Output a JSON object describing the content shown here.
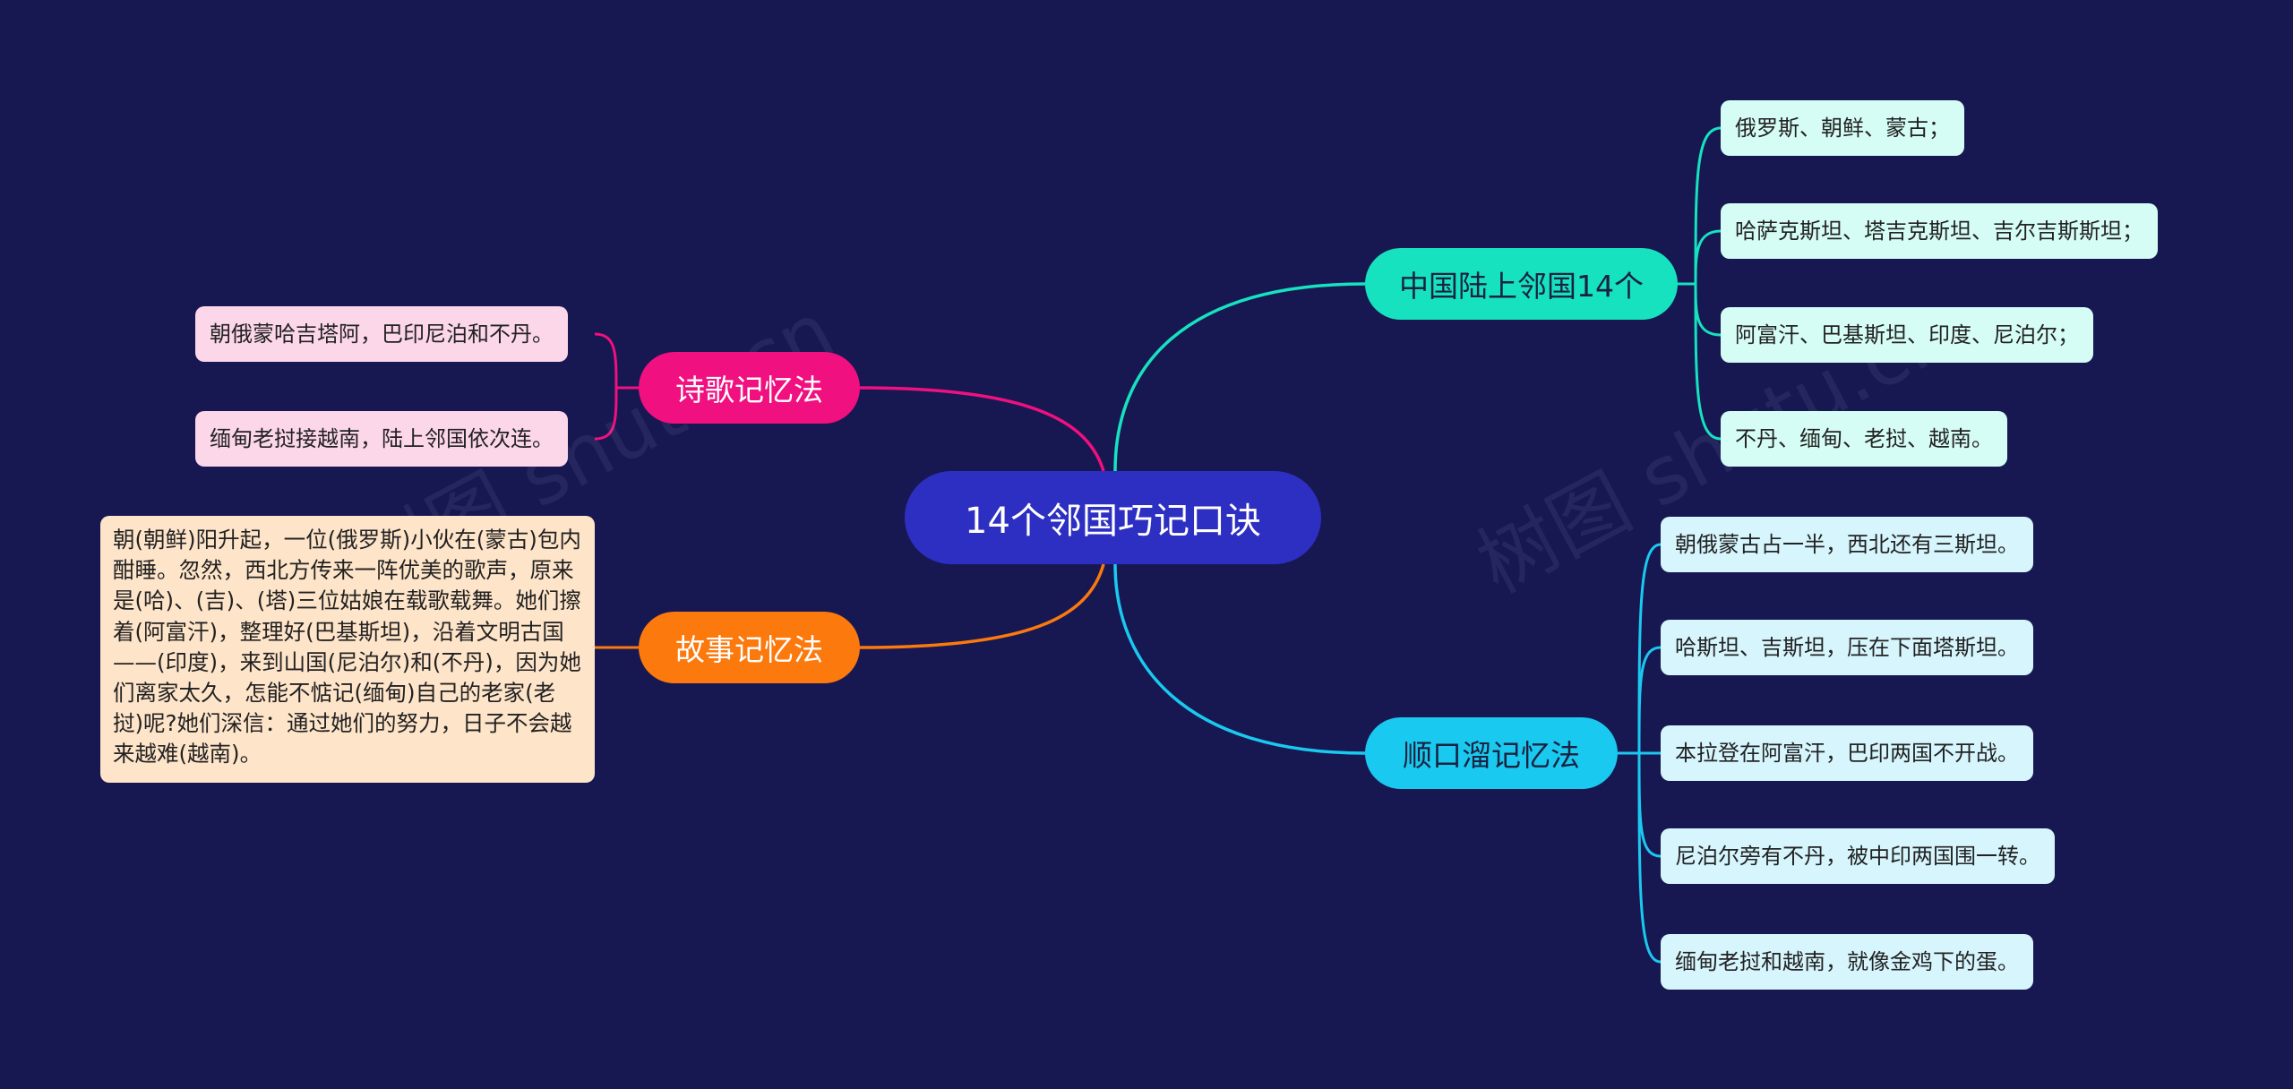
{
  "root": {
    "label": "14个邻国巧记口诀"
  },
  "branches": {
    "land": {
      "label": "中国陆上邻国14个",
      "color": "#17e2c0",
      "items": [
        "俄罗斯、朝鲜、蒙古；",
        "哈萨克斯坦、塔吉克斯坦、吉尔吉斯斯坦；",
        "阿富汗、巴基斯坦、印度、尼泊尔；",
        "不丹、缅甸、老挝、越南。"
      ]
    },
    "rhyme": {
      "label": "顺口溜记忆法",
      "color": "#1ac9ef",
      "items": [
        "朝俄蒙古占一半，西北还有三斯坦。",
        "哈斯坦、吉斯坦，压在下面塔斯坦。",
        "本拉登在阿富汗，巴印两国不开战。",
        "尼泊尔旁有不丹，被中印两国围一转。",
        "缅甸老挝和越南，就像金鸡下的蛋。"
      ]
    },
    "poem": {
      "label": "诗歌记忆法",
      "color": "#f0107f",
      "items": [
        "朝俄蒙哈吉塔阿，巴印尼泊和不丹。",
        "缅甸老挝接越南，陆上邻国依次连。"
      ]
    },
    "story": {
      "label": "故事记忆法",
      "color": "#fb790d",
      "text": "朝(朝鲜)阳升起，一位(俄罗斯)小伙在(蒙古)包内酣睡。忽然，西北方传来一阵优美的歌声，原来是(哈)、(吉)、(塔)三位姑娘在载歌载舞。她们擦着(阿富汗)，整理好(巴基斯坦)，沿着文明古国——(印度)，来到山国(尼泊尔)和(不丹)，因为她们离家太久，怎能不惦记(缅甸)自己的老家(老挝)呢?她们深信：通过她们的努力，日子不会越来越难(越南)。"
    }
  },
  "watermark": "树图 shutu.cn"
}
